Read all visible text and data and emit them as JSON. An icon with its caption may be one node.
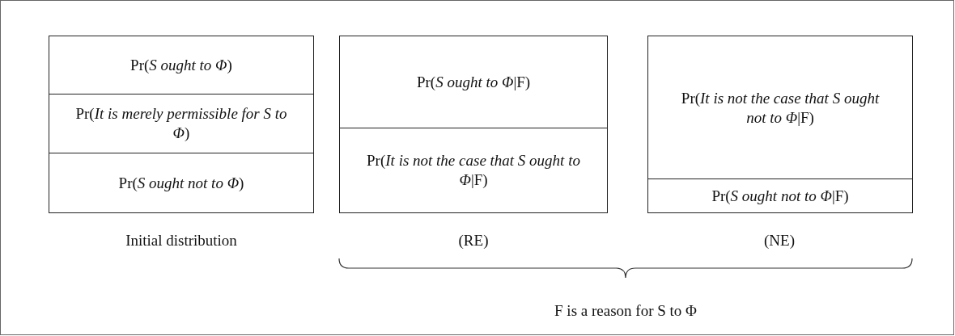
{
  "diagram": {
    "nodes": [
      {
        "text": [
          "Pr(*S ought to Φ*)"
        ]
      },
      {
        "text": [
          "Pr(*It is merely permissible for S to Φ*)"
        ]
      },
      {
        "text": [
          "Pr(*S ought not to Φ*)"
        ]
      },
      {
        "text": [
          "Pr(*S ought to Φ*|F)"
        ]
      },
      {
        "text": [
          "Pr(*It is not the case that S ought to Φ*|F)"
        ]
      },
      {
        "text": [
          "Pr(*It is not the case that S ought not to Φ*|F)"
        ]
      },
      {
        "text": [
          "Pr(*S ought not to Φ*|F)"
        ]
      }
    ],
    "edges": [],
    "labels": [
      "Initial distribution",
      "(RE)",
      "(NE)",
      "F is a reason for S to Φ"
    ]
  }
}
